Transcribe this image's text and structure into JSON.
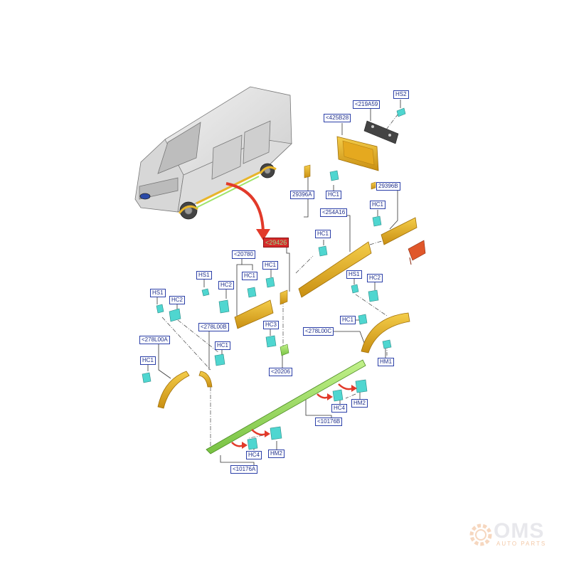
{
  "diagram": {
    "labels": [
      {
        "id": "l-hs2",
        "text": "HS2"
      },
      {
        "id": "l-219a59",
        "text": "<219A59"
      },
      {
        "id": "l-425b28",
        "text": "<425B28"
      },
      {
        "id": "l-29396a",
        "text": "29396A"
      },
      {
        "id": "l-hc1-a",
        "text": "HC1"
      },
      {
        "id": "l-29396b",
        "text": "29396B"
      },
      {
        "id": "l-hc1-b",
        "text": "HC1"
      },
      {
        "id": "l-254a16",
        "text": "<254A16"
      },
      {
        "id": "l-hc1-c",
        "text": "HC1"
      },
      {
        "id": "l-29426",
        "text": "<29426"
      },
      {
        "id": "l-20780",
        "text": "<20780"
      },
      {
        "id": "l-hc1-d",
        "text": "HC1"
      },
      {
        "id": "l-hc1-e",
        "text": "HC1"
      },
      {
        "id": "l-hs1-a",
        "text": "HS1"
      },
      {
        "id": "l-hc2-a",
        "text": "HC2"
      },
      {
        "id": "l-hs1-b",
        "text": "HS1"
      },
      {
        "id": "l-hc2-b",
        "text": "HC2"
      },
      {
        "id": "l-hs1-c",
        "text": "HS1"
      },
      {
        "id": "l-hc2-c",
        "text": "HC2"
      },
      {
        "id": "l-278l00b",
        "text": "<278L00B"
      },
      {
        "id": "l-hc1-f",
        "text": "HC1"
      },
      {
        "id": "l-278l00a",
        "text": "<278L00A"
      },
      {
        "id": "l-hc1-g",
        "text": "HC1"
      },
      {
        "id": "l-hc3",
        "text": "HC3"
      },
      {
        "id": "l-20206",
        "text": "<20206"
      },
      {
        "id": "l-hc1-h",
        "text": "HC1"
      },
      {
        "id": "l-278l00c",
        "text": "<278L00C"
      },
      {
        "id": "l-hm1",
        "text": "HM1"
      },
      {
        "id": "l-hc4-a",
        "text": "HC4"
      },
      {
        "id": "l-hm2-a",
        "text": "HM2"
      },
      {
        "id": "l-10176b",
        "text": "<10176B"
      },
      {
        "id": "l-hc4-b",
        "text": "HC4"
      },
      {
        "id": "l-hm2-b",
        "text": "HM2"
      },
      {
        "id": "l-10176a",
        "text": "<10176A"
      }
    ]
  },
  "watermark": {
    "main": "OMS",
    "sub": "AUTO PARTS"
  },
  "colors": {
    "label_border": "#2b3fa8",
    "label_text": "#1f2f8a",
    "part_yellow": "#e8b52a",
    "part_cyan": "#4fd6d0",
    "part_green": "#9fe36a",
    "part_red": "#e0572a",
    "highlight": "#d62b2b",
    "arrow": "#e23a2a"
  }
}
